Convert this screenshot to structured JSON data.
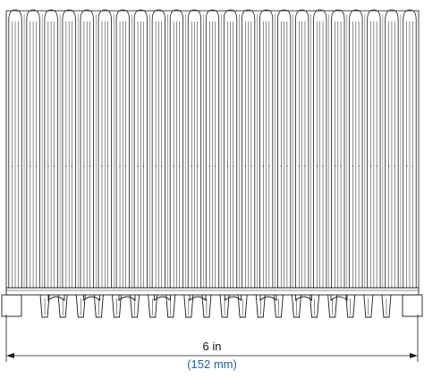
{
  "dimension": {
    "primary": "6 in",
    "secondary": "(152 mm)"
  },
  "colors": {
    "line": "#1a1a1a",
    "secondary_text": "#1f5fa8",
    "primary_text": "#111111"
  },
  "heatsink": {
    "fin_count": 23
  }
}
